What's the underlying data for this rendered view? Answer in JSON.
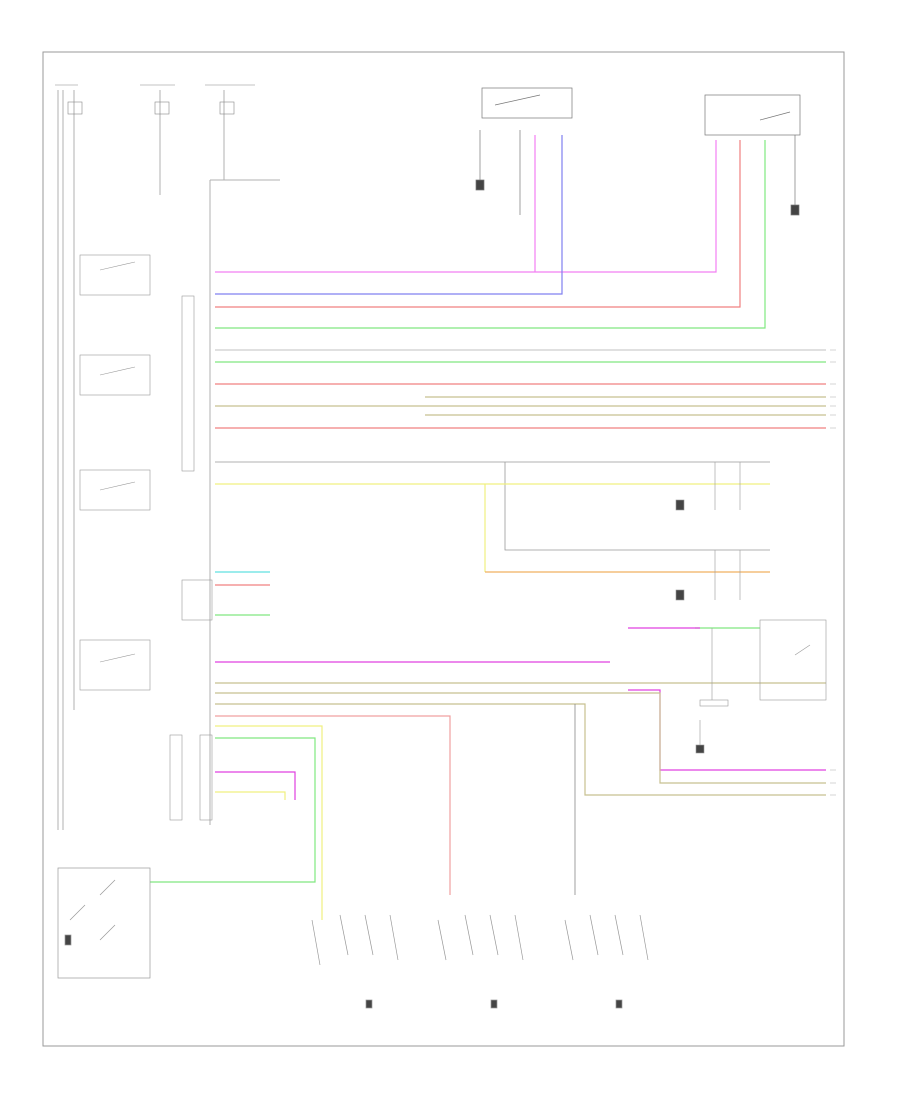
{
  "title": "",
  "footer_code": "",
  "colors": {
    "pink": "#f27ff2",
    "magenta": "#e040e0",
    "blue": "#8080f0",
    "red": "#f08080",
    "green": "#80e880",
    "yellow": "#f0f080",
    "orange": "#f0b060",
    "tan": "#c8c090",
    "black": "#222222",
    "gray": "#a0a0a0"
  },
  "wires": [
    {
      "color": "pink"
    },
    {
      "color": "blue"
    },
    {
      "color": "red"
    },
    {
      "color": "green"
    },
    {
      "color": "green"
    },
    {
      "color": "red"
    },
    {
      "color": "tan"
    },
    {
      "color": "red"
    },
    {
      "color": "yellow"
    },
    {
      "color": "orange"
    },
    {
      "color": "magenta"
    },
    {
      "color": "tan"
    },
    {
      "color": "red"
    },
    {
      "color": "green"
    },
    {
      "color": "pink"
    }
  ]
}
